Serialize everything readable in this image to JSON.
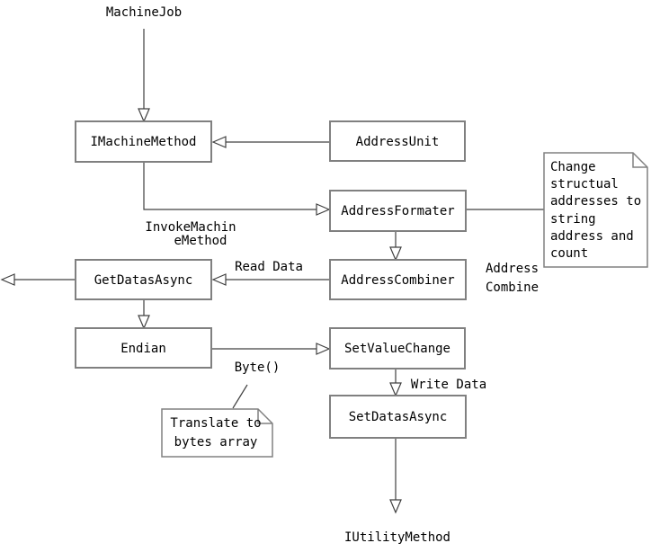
{
  "diagram_title": "Machine job address/data flow diagram",
  "colors": {
    "background": "#ffffff",
    "box_border": "#808080",
    "connector": "#404040",
    "text": "#000000"
  },
  "nodes": {
    "imachinemethod": "IMachineMethod",
    "addressunit": "AddressUnit",
    "addressformater": "AddressFormater",
    "addresscombiner": "AddressCombiner",
    "getdatasasync": "GetDatasAsync",
    "endian": "Endian",
    "setvaluechange": "SetValueChange",
    "setdatasasync": "SetDatasAsync"
  },
  "labels": {
    "machinejob": "MachineJob",
    "iutilitymethod": "IUtilityMethod",
    "invoke_line1": "InvokeMachin",
    "invoke_line2": "eMethod",
    "read_data": "Read Data",
    "address_combine_line1": "Address",
    "address_combine_line2": "Combine",
    "byte": "Byte()",
    "write_data": "Write Data"
  },
  "notes": {
    "change_addresses": {
      "lines": [
        "Change",
        "structual",
        "addresses to",
        "string",
        "address and",
        "count"
      ]
    },
    "translate_bytes": {
      "lines": [
        "Translate to",
        "bytes array"
      ]
    }
  }
}
